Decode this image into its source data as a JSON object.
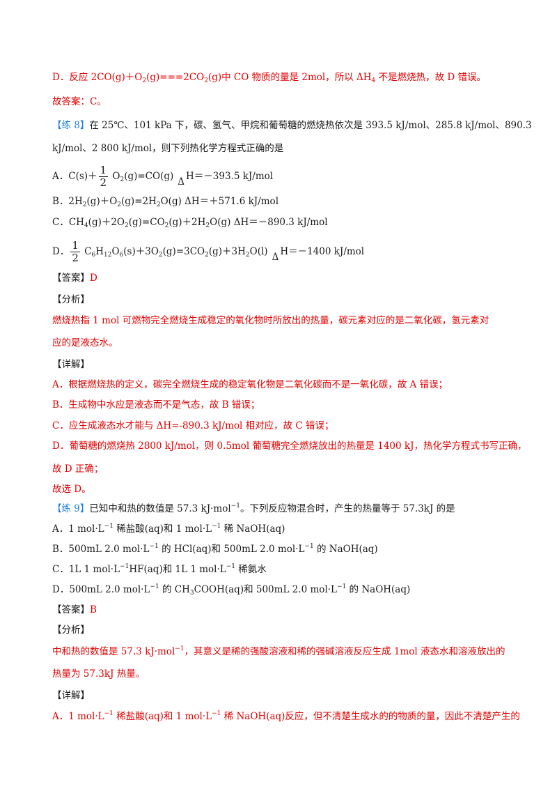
{
  "p1_d": {
    "label": "D．反应 2CO(g)＋O",
    "sub1": "2",
    "t2": "(g)===2CO",
    "sub2": "2",
    "t3": "(g)中 CO 物质的量是 2mol，所以 ΔH",
    "sub3": "4",
    "t4": " 不是燃烧热，故 D 错误。"
  },
  "p1_answer": "故答案：C。",
  "q8": {
    "tag": "【练 8】",
    "line1": "在 25℃、101 kPa 下，碳、氢气、甲烷和葡萄糖的燃烧热依次是 393.5 kJ/mol、285.8 kJ/mol、890.3",
    "line2": "kJ/mol、2 800 kJ/mol，则下列热化学方程式正确的是",
    "optA": {
      "pre": "A．C(s)＋",
      "num": "1",
      "den": "2",
      "o2": " O",
      "s1": "2",
      "mid": "(g)=CO(g)",
      "delta": "Δ",
      "tail": "H＝－393.5 kJ/mol"
    },
    "optB": {
      "pre": "B．2H",
      "s1": "2",
      "t1": "(g)＋O",
      "s2": "2",
      "t2": "(g)=2H",
      "s3": "2",
      "t3": "O(g)  ",
      "delta": "Δ",
      "tail": "H＝＋571.6 kJ/mol"
    },
    "optC": {
      "pre": "C．CH",
      "s1": "4",
      "t1": "(g)＋2O",
      "s2": "2",
      "t2": "(g)=CO",
      "s3": "2",
      "t3": "(g)＋2H",
      "s4": "2",
      "t4": "O(g)  ",
      "delta": "Δ",
      "tail": "H＝－890.3 kJ/mol"
    },
    "optD": {
      "pre": "D．",
      "num": "1",
      "den": "2",
      "c": " C",
      "s1": "6",
      "h": "H",
      "s2": "12",
      "o": "O",
      "s3": "6",
      "t1": "(s)＋3O",
      "s4": "2",
      "t2": "(g)=3CO",
      "s5": "2",
      "t3": "(g)＋3H",
      "s6": "2",
      "t4": "O(l)",
      "delta": "Δ",
      "tail": "H＝－1400 kJ/mol"
    },
    "ans_tag": "【答案】",
    "ans_val": "D",
    "analysis_tag": "【分析】",
    "analysis1": "燃烧热指 1 mol 可燃物完全燃烧生成稳定的氧化物时所放出的热量，碳元素对应的是二氧化碳，氢元素对",
    "analysis2": "应的是液态水。",
    "detail_tag": "【详解】",
    "dA": "A．根据燃烧热的定义，碳完全燃烧生成的稳定氧化物是二氧化碳而不是一氧化碳，故 A 错误；",
    "dB": "B．生成物中水应是液态而不是气态，故 B 错误；",
    "dC": "C．应生成液态水才能与 ΔH=-890.3 kJ/mol 相对应，故 C 错误；",
    "dD1": "D．葡萄糖的燃烧热 2800 kJ/mol，则 0.5mol 葡萄糖完全燃烧放出的热量是 1400 kJ，热化学方程式书写正确，",
    "dD2": "故 D 正确；",
    "choose": "故选 D。"
  },
  "q9": {
    "tag": "【练 9】",
    "stem_a": "已知中和热的数值是 57.3 kJ·mol",
    "sup": "−1",
    "stem_b": "。下列反应物混合时，产生的热量等于 57.3kJ 的是",
    "optA": {
      "a": "A．1 mol·L",
      "sup1": "−1",
      "b": " 稀盐酸(aq)和 1 mol·L",
      "sup2": "−1",
      "c": " 稀 NaOH(aq)"
    },
    "optB": {
      "a": "B．500mL 2.0 mol·L",
      "sup1": "−1",
      "b": " 的 HCl(aq)和 500mL 2.0 mol·L",
      "sup2": "−1",
      "c": " 的 NaOH(aq)"
    },
    "optC": {
      "a": "C．1L 1 mol·L",
      "sup1": "−1",
      "b": "HF(aq)和 1L 1 mol·L",
      "sup2": "−1",
      "c": " 稀氨水"
    },
    "optD": {
      "a": "D．500mL 2.0 mol·L",
      "sup1": "−1",
      "b": " 的 CH",
      "sub1": "3",
      "c": "COOH(aq)和 500mL 2.0 mol·L",
      "sup2": "−1",
      "d": " 的 NaOH(aq)"
    },
    "ans_tag": "【答案】",
    "ans_val": "B",
    "analysis_tag": "【分析】",
    "an1_a": "中和热的数值是 57.3 kJ·mol",
    "an1_sup": "−1",
    "an1_b": "，其意义是稀的强酸溶液和稀的强碱溶液反应生成 1mol 液态水和溶液放出的",
    "an2": "热量为 57.3kJ 热量。",
    "detail_tag": "【详解】",
    "dA_a": "A．1 mol·L",
    "dA_sup1": "−1",
    "dA_b": " 稀盐酸(aq)和 1 mol·L",
    "dA_sup2": "−1",
    "dA_c": " 稀 NaOH(aq)反应，但不清楚生成水的的物质的量，因此不清楚产生的"
  }
}
